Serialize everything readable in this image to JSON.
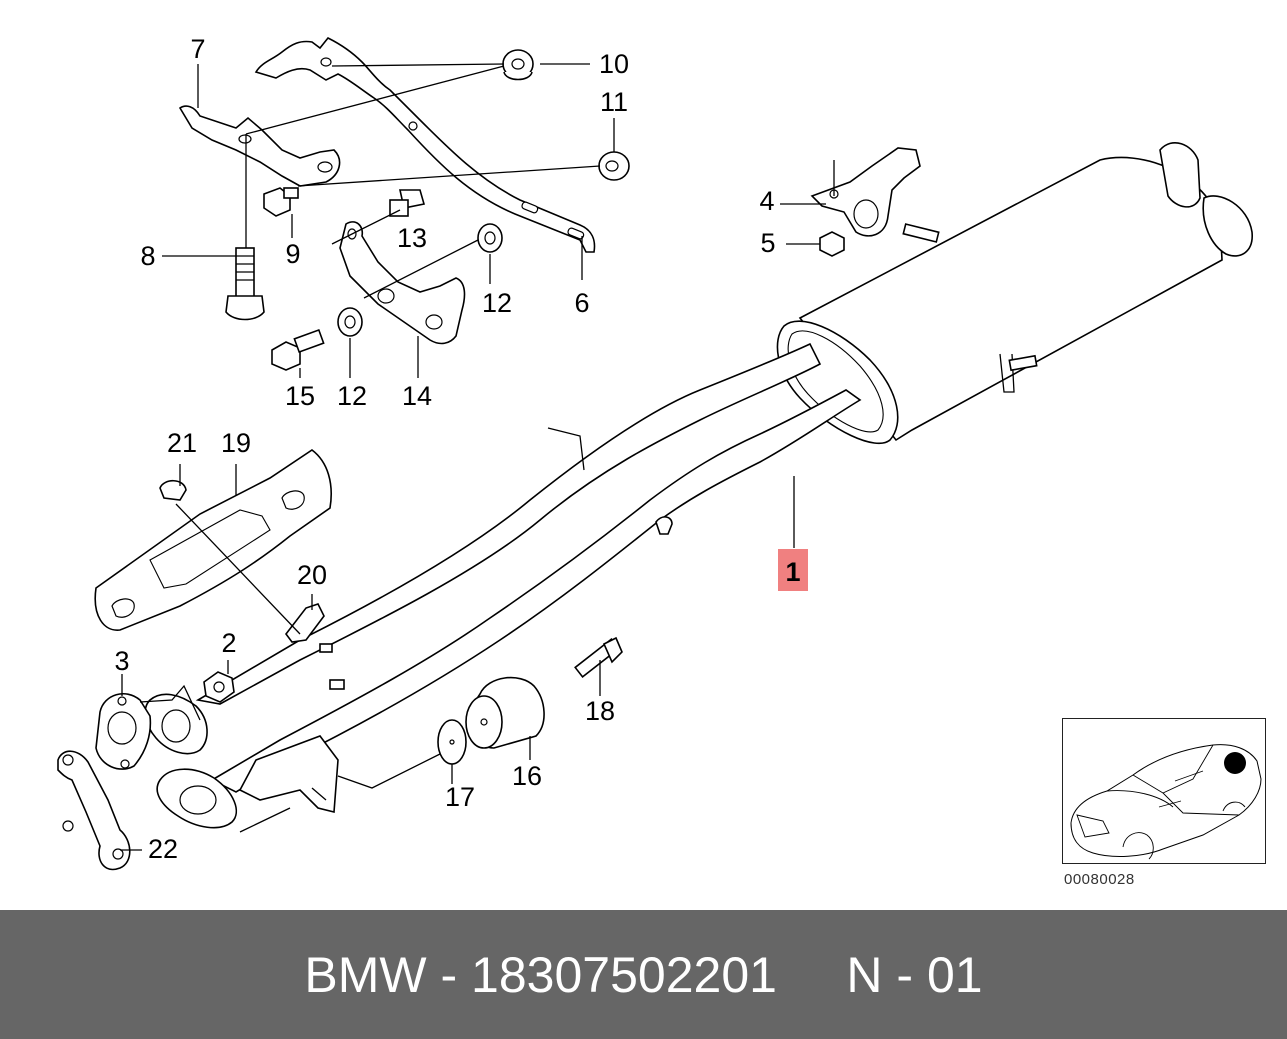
{
  "diagram": {
    "highlight_color": "#f08080",
    "callouts": [
      {
        "id": "1",
        "text": "1",
        "highlighted": true
      },
      {
        "id": "2",
        "text": "2"
      },
      {
        "id": "3",
        "text": "3"
      },
      {
        "id": "4",
        "text": "4"
      },
      {
        "id": "5",
        "text": "5"
      },
      {
        "id": "6",
        "text": "6"
      },
      {
        "id": "7",
        "text": "7"
      },
      {
        "id": "8",
        "text": "8"
      },
      {
        "id": "9",
        "text": "9"
      },
      {
        "id": "10",
        "text": "10"
      },
      {
        "id": "11",
        "text": "11"
      },
      {
        "id": "12a",
        "text": "12"
      },
      {
        "id": "12b",
        "text": "12"
      },
      {
        "id": "13",
        "text": "13"
      },
      {
        "id": "14",
        "text": "14"
      },
      {
        "id": "15",
        "text": "15"
      },
      {
        "id": "16",
        "text": "16"
      },
      {
        "id": "17",
        "text": "17"
      },
      {
        "id": "18",
        "text": "18"
      },
      {
        "id": "19",
        "text": "19"
      },
      {
        "id": "20",
        "text": "20"
      },
      {
        "id": "21",
        "text": "21"
      },
      {
        "id": "22",
        "text": "22"
      }
    ],
    "inset_icon": "car-location-icon",
    "diagram_id": "00080028"
  },
  "footer": {
    "brand": "BMW",
    "separator": " - ",
    "part_number": "18307502201",
    "gap": "     ",
    "suffix": "N - 01",
    "background": "#666666",
    "color": "#ffffff"
  }
}
